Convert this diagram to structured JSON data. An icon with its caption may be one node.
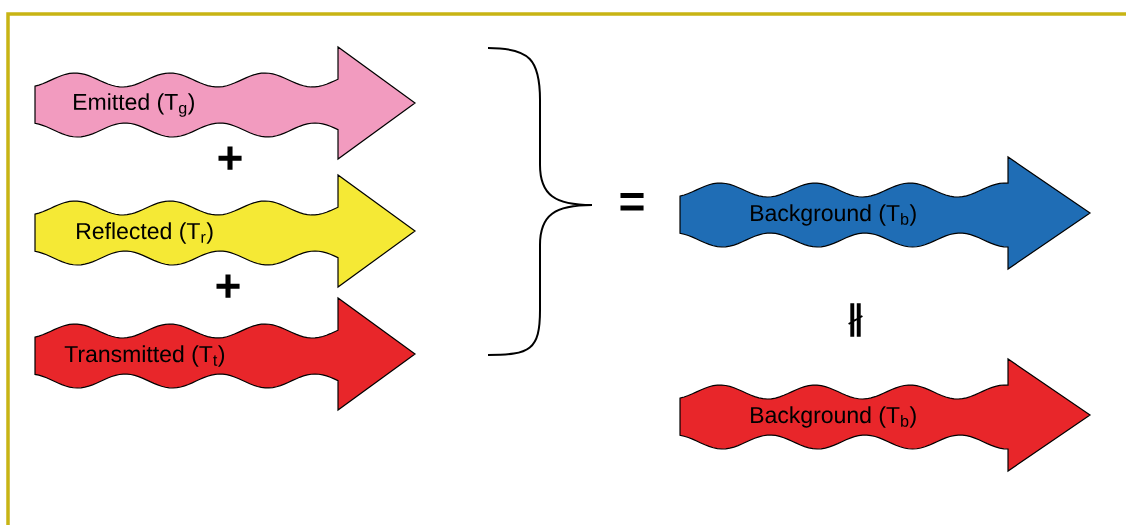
{
  "diagram": {
    "nodes": [
      {
        "text": [
          "Emitted (T$_{g}$)"
        ]
      },
      {
        "text": [
          "Reflected (T$_{r}$)"
        ]
      },
      {
        "text": [
          "Transmitted (T$_{t}$)"
        ]
      },
      {
        "text": [
          "Background (T$_{b}$)"
        ]
      },
      {
        "text": [
          "Background (T$_{b}$)"
        ]
      }
    ],
    "labels": [
      "+",
      "+",
      "=",
      "∦"
    ]
  }
}
